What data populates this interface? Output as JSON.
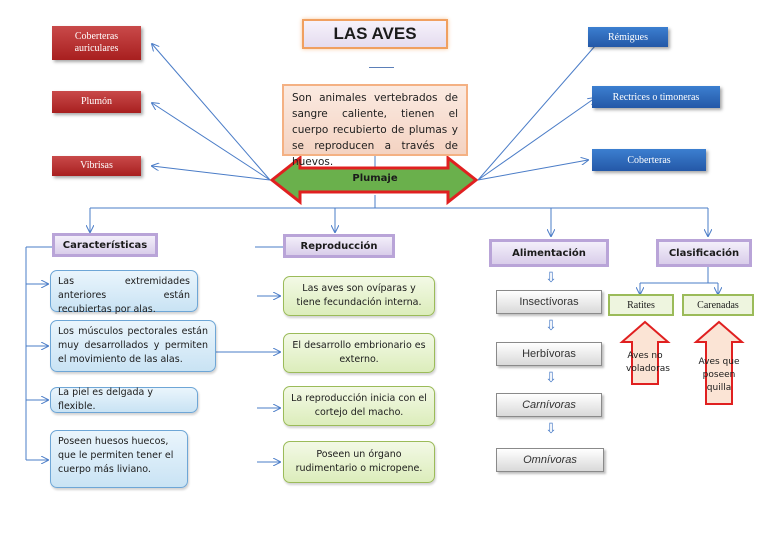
{
  "title": "LAS AVES",
  "description": "Son animales vertebrados de sangre caliente, tienen el cuerpo recubierto de plumas y se reproducen a través de huevos.",
  "center_label": "Plumaje",
  "left_labels": [
    "Coberteras auriculares",
    "Plumón",
    "Vibrisas"
  ],
  "right_labels": [
    "Rémigues",
    "Rectrices o timoneras",
    "Coberteras"
  ],
  "categories": {
    "caracteristicas": "Características",
    "reproduccion": "Reproducción",
    "alimentacion": "Alimentación",
    "clasificacion": "Clasificación"
  },
  "caracteristicas_items": [
    "Las extremidades anteriores están recubiertas por alas.",
    "Los músculos pectorales están muy desarrollados y permiten el movimiento de las alas.",
    "La piel es delgada y flexible.",
    "Poseen huesos huecos, que le permiten tener el cuerpo más liviano."
  ],
  "reproduccion_items": [
    "Las aves son ovíparas y tiene fecundación interna.",
    "El desarrollo embrionario es externo.",
    "La reproducción inicia con el cortejo del macho.",
    "Poseen un órgano rudimentario o micropene."
  ],
  "alimentacion_items": [
    "Insectívoras",
    "Herbívoras",
    "Carnívoras",
    "Omnívoras"
  ],
  "clasificacion_items": [
    "Ratites",
    "Carenadas"
  ],
  "clasificacion_notes": [
    "Aves no voladoras",
    "Aves que poseen quilla"
  ],
  "colors": {
    "red_label": "#b52b2b",
    "blue_label": "#2e69bd",
    "arrow_green": "#6ab04c",
    "arrow_red": "#e02020",
    "connector": "#4a7cc7"
  }
}
